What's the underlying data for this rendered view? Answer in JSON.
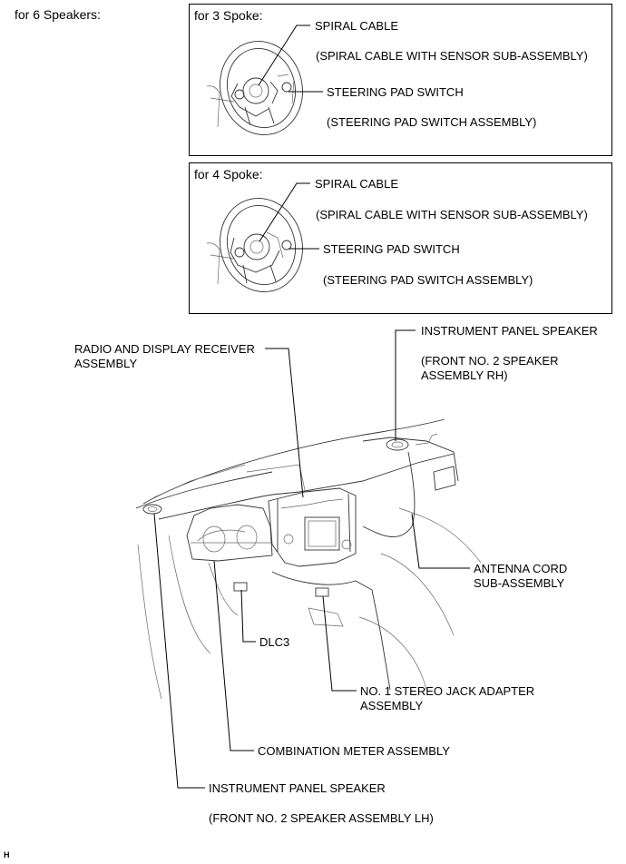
{
  "header": {
    "title": "for 6 Speakers:"
  },
  "spoke3": {
    "label": "for 3 Spoke:",
    "spiral_cable": "SPIRAL CABLE",
    "spiral_cable_assy": "(SPIRAL CABLE WITH SENSOR SUB-ASSEMBLY)",
    "steering_pad": "STEERING PAD SWITCH",
    "steering_pad_assy": "(STEERING PAD SWITCH ASSEMBLY)"
  },
  "spoke4": {
    "label": "for 4 Spoke:",
    "spiral_cable": "SPIRAL CABLE",
    "spiral_cable_assy": "(SPIRAL CABLE WITH SENSOR SUB-ASSEMBLY)",
    "steering_pad": "STEERING PAD SWITCH",
    "steering_pad_assy": "(STEERING PAD SWITCH ASSEMBLY)"
  },
  "dash": {
    "ip_speaker_rh": "INSTRUMENT PANEL SPEAKER",
    "ip_speaker_rh_assy_1": "(FRONT NO. 2 SPEAKER",
    "ip_speaker_rh_assy_2": "ASSEMBLY RH)",
    "radio_1": "RADIO AND DISPLAY RECEIVER",
    "radio_2": "ASSEMBLY",
    "antenna_1": "ANTENNA CORD",
    "antenna_2": "SUB-ASSEMBLY",
    "dlc3": "DLC3",
    "stereo_1": "NO. 1 STEREO JACK ADAPTER",
    "stereo_2": "ASSEMBLY",
    "combination_meter": "COMBINATION METER ASSEMBLY",
    "ip_speaker_lh": "INSTRUMENT PANEL SPEAKER",
    "ip_speaker_lh_assy": "(FRONT NO. 2 SPEAKER ASSEMBLY LH)"
  },
  "footer": {
    "code": "H"
  }
}
